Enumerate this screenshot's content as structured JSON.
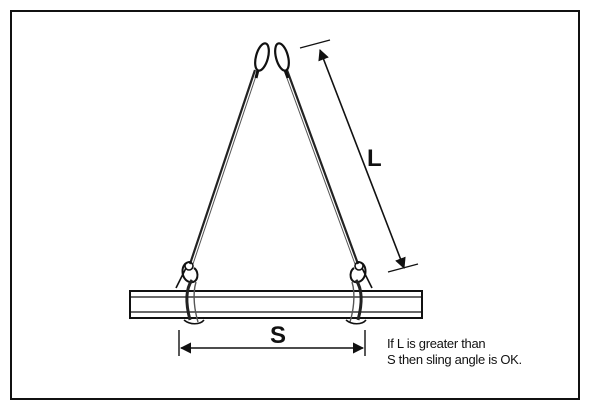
{
  "labels": {
    "length": "L",
    "span": "S"
  },
  "note": {
    "line1": "If L is greater than",
    "line2": "S then sling angle is OK."
  }
}
